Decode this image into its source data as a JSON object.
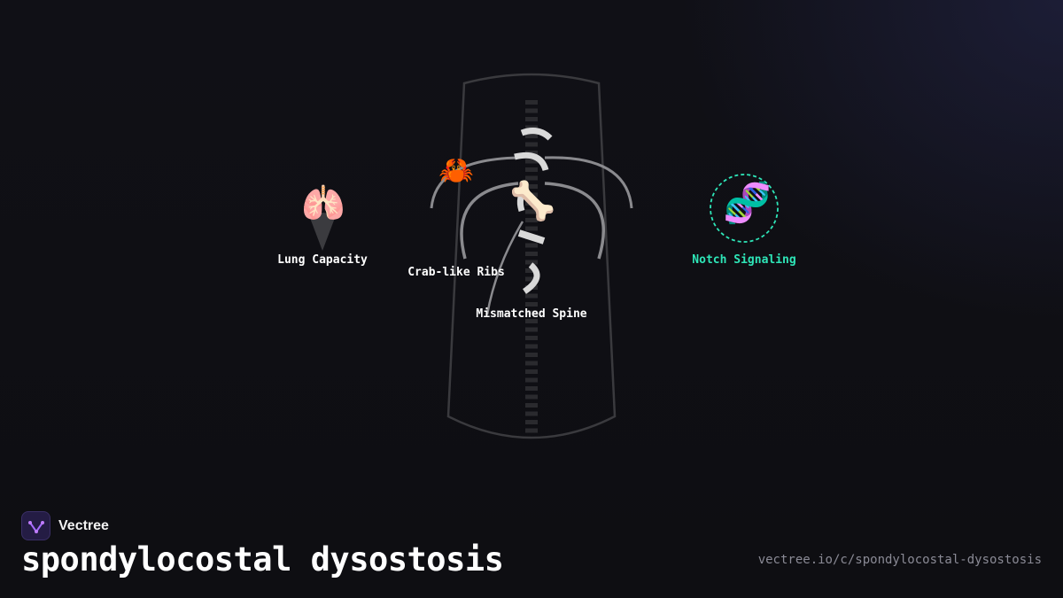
{
  "brand": {
    "name": "Vectree"
  },
  "title": "spondylocostal dysostosis",
  "url": "vectree.io/c/spondylocostal-dysostosis",
  "nodes": {
    "lung": {
      "label": "Lung Capacity",
      "icon": "lungs-icon",
      "glyph": "🫁"
    },
    "ribs": {
      "label": "Crab-like Ribs",
      "icon": "crab-icon",
      "glyph": "🦀"
    },
    "spine": {
      "label": "Mismatched Spine",
      "icon": "bone-icon",
      "glyph": "🦴"
    },
    "notch": {
      "label": "Notch Signaling",
      "icon": "dna-icon",
      "glyph": "🧬"
    }
  },
  "colors": {
    "background": "#0f0f14",
    "accent": "#2ee6b8",
    "outline": "#3a3a3e",
    "rib": "#8a8a8e",
    "vertebra": "#d9d9d9",
    "brand_logo": "#241c44"
  }
}
